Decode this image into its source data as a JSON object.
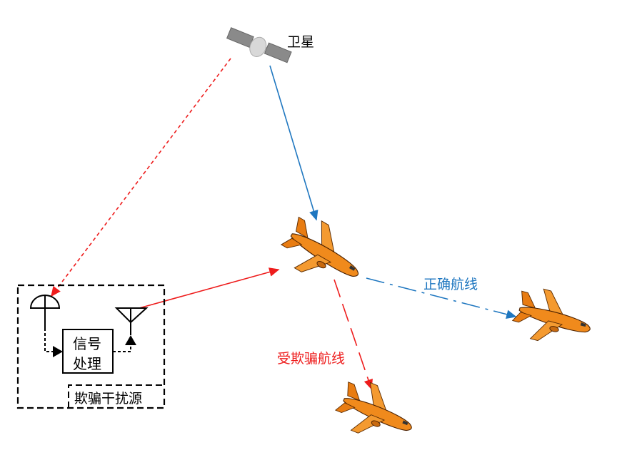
{
  "labels": {
    "satellite": "卫星",
    "correct_route": "正确航线",
    "spoofed_route": "受欺骗航线",
    "signal_processing_line1": "信号",
    "signal_processing_line2": "处理",
    "spoofing_source": "欺骗干扰源"
  },
  "colors": {
    "true_signal": "#1f77c0",
    "spoof_signal": "#ee1c1c",
    "aircraft": "#f08a1c"
  }
}
